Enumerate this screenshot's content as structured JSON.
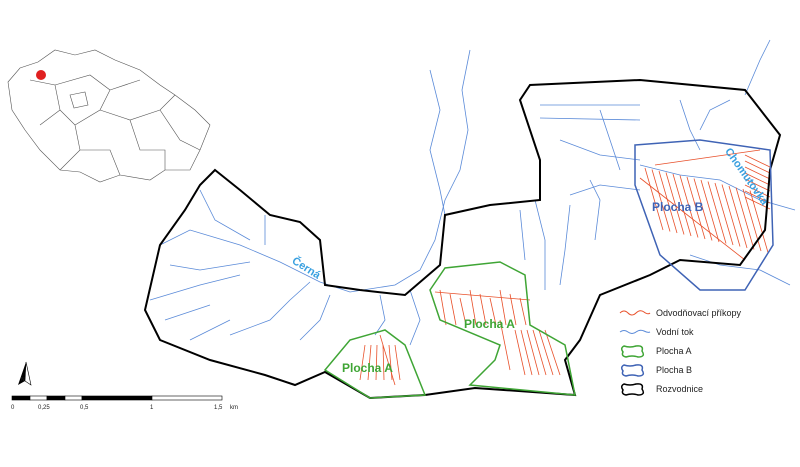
{
  "labels": {
    "cerna": "Černá",
    "chomutovka": "Chomutovka",
    "plocha_a_1": "Plocha A",
    "plocha_a_2": "Plocha A",
    "plocha_b": "Plocha B"
  },
  "legend": [
    {
      "label": "Odvodňovací příkopy",
      "symbol": "red-line",
      "color": "#e8502a"
    },
    {
      "label": "Vodní tok",
      "symbol": "blue-line",
      "color": "#5a8ad8"
    },
    {
      "label": "Plocha A",
      "symbol": "green-polygon",
      "color": "#3fa535"
    },
    {
      "label": "Plocha B",
      "symbol": "blue-polygon",
      "color": "#3f63b5"
    },
    {
      "label": "Rozvodnice",
      "symbol": "black-polygon",
      "color": "#000000"
    }
  ],
  "scale_bar": {
    "ticks": [
      "0",
      "0,25",
      "0,5",
      "1",
      "1,5"
    ],
    "unit": "km"
  },
  "north_arrow": "N",
  "colors": {
    "drainage": "#e8502a",
    "river": "#5a8ad8",
    "area_a": "#3fa535",
    "area_b": "#3f63b5",
    "divide": "#000000"
  }
}
